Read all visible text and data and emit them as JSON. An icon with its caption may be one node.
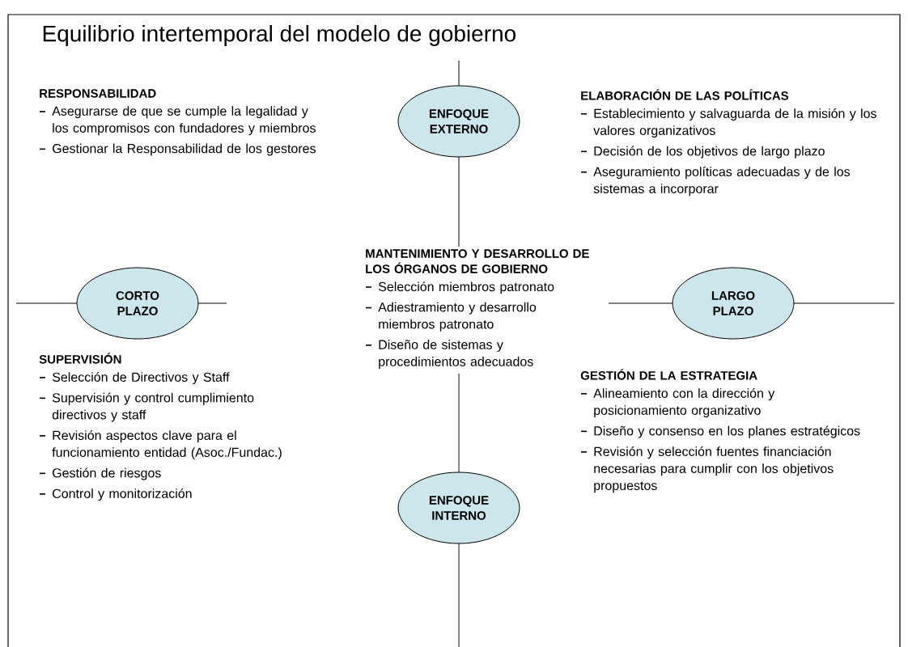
{
  "diagram": {
    "title": "Equilibrio intertemporal del modelo de gobierno",
    "nodes": [
      {
        "text": [
          "ENFOQUE EXTERNO"
        ]
      },
      {
        "text": [
          "CORTO PLAZO"
        ]
      },
      {
        "text": [
          "LARGO PLAZO"
        ]
      },
      {
        "text": [
          "ENFOQUE INTERNO"
        ]
      }
    ],
    "edges": [],
    "labels": [
      "RESPONSABILIDAD",
      "Asegurarse de que se cumple la legalidad y los compromisos con fundadores y miembros",
      "Gestionar la Responsabilidad de los gestores",
      "ELABORACIÓN DE LAS POLÍTICAS",
      "Establecimiento y salvaguarda de la misión y los valores organizativos",
      "Decisión de los objetivos de largo plazo",
      "Aseguramiento políticas adecuadas y de los sistemas a incorporar",
      "MANTENIMIENTO Y DESARROLLO DE LOS ÓRGANOS DE GOBIERNO",
      "Selección miembros patronato",
      "Adiestramiento y desarrollo miembros patronato",
      "Diseño de sistemas y procedimientos adecuados",
      "SUPERVISIÓN",
      "Selección de Directivos y Staff",
      "Supervisión y control cumplimiento directivos y staff",
      "Revisión aspectos clave para el funcionamiento entidad (Asoc./Fundac.)",
      "Gestión de riesgos",
      "Control y monitorización",
      "GESTIÓN DE LA ESTRATEGIA",
      "Alineamiento con la dirección y posicionamiento organizativo",
      "Diseño y consenso en los planes estratégicos",
      "Revisión y selección fuentes financiación necesarias para cumplir con los objetivos propuestos"
    ]
  }
}
